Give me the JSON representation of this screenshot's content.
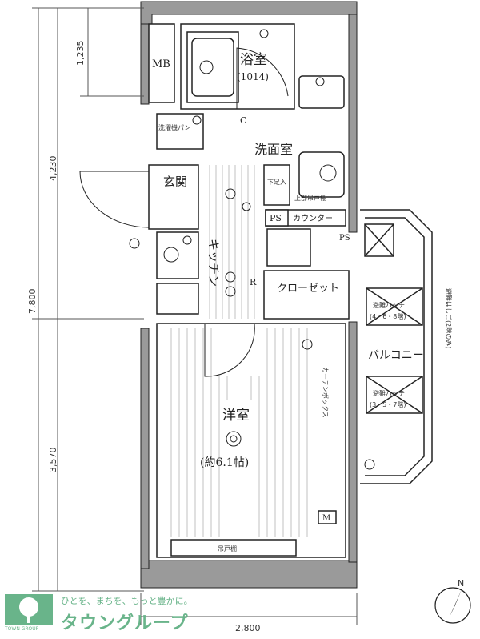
{
  "rooms": {
    "bath": "浴室",
    "bath_size": "(1014)",
    "mb": "MB",
    "washroom": "洗面室",
    "entrance": "玄関",
    "shoebox": "下足入",
    "ps1": "PS",
    "counter": "カウンター",
    "ps2": "PS",
    "kitchen": "キッチン",
    "closet": "クローゼット",
    "fridge": "R",
    "western": "洋室",
    "western_size": "(約6.1帖)",
    "balcony": "バルコニー",
    "curtain_box": "カーテンボックス",
    "hanging_shelf": "吊戸棚",
    "meter": "M",
    "c_mark": "C",
    "washer_pan": "洗濯機パン",
    "upper_shelf": "上部吊戸棚",
    "hatch1": "避難ハッチ",
    "hatch1_floors": "(4・6・8階)",
    "hatch2": "避難ハッチ",
    "hatch2_floors": "(3・5・7階)",
    "ladder_note": "避難はしご(2階のみ)"
  },
  "dimensions": {
    "d1": "1,235",
    "d2": "4,230",
    "d3": "7,800",
    "d4": "3,570",
    "d5": "2,800"
  },
  "logo": {
    "tagline": "ひとを、まちを、もっと豊かに。",
    "name": "タウングループ",
    "sub": "TOWN GROUP"
  },
  "colors": {
    "brand": "#69b48a",
    "line": "#222222"
  },
  "compass_label": "N"
}
